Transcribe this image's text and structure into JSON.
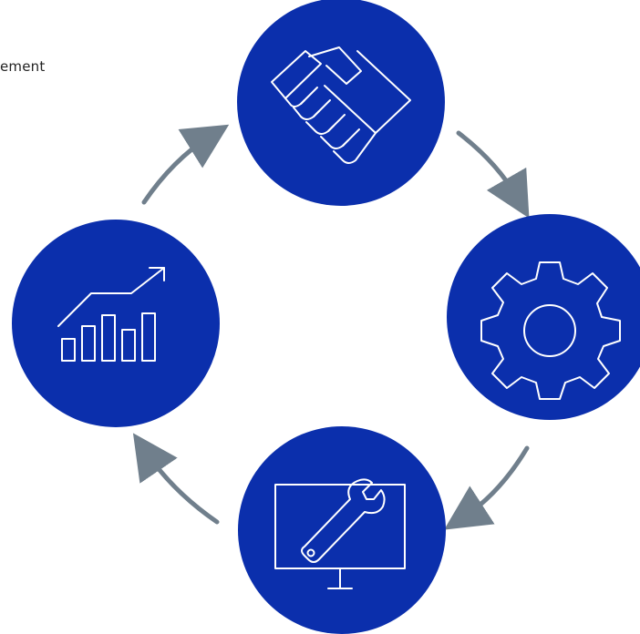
{
  "label": {
    "text": "ement"
  },
  "colors": {
    "circle_fill": "#0b2fac",
    "icon_stroke": "#ffffff",
    "arrow_color": "#707f8c",
    "background": "#ffffff"
  },
  "nodes": [
    {
      "id": "top",
      "icon": "handshake-icon"
    },
    {
      "id": "right",
      "icon": "gear-icon"
    },
    {
      "id": "bottom",
      "icon": "monitor-wrench-icon"
    },
    {
      "id": "left",
      "icon": "growth-chart-icon"
    }
  ],
  "flow": [
    "top",
    "right",
    "bottom",
    "left",
    "top"
  ]
}
